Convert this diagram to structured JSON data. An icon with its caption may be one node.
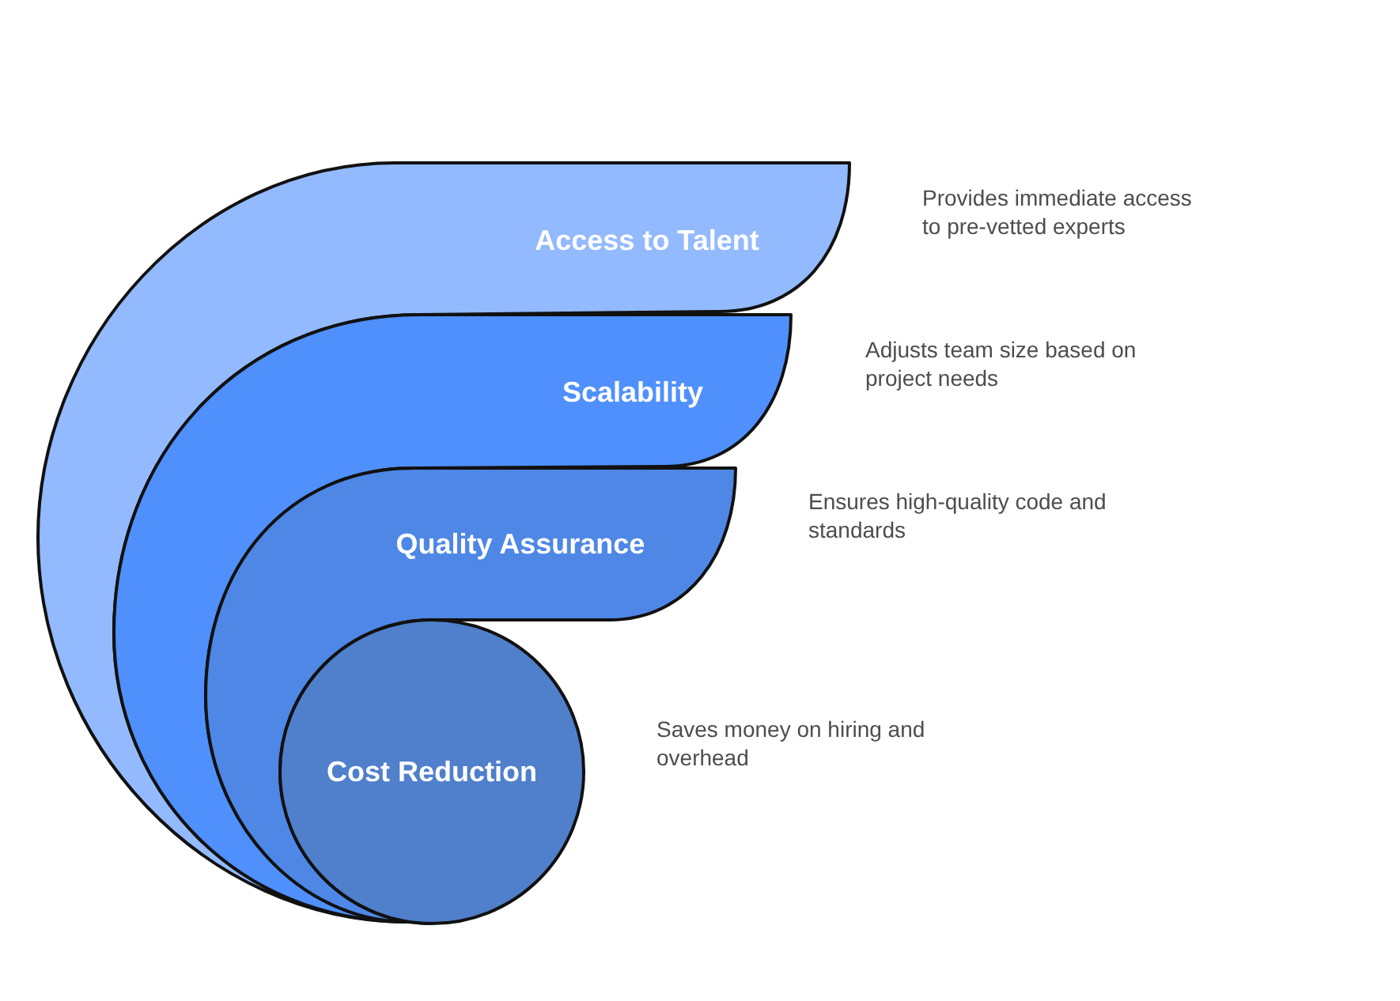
{
  "diagram": {
    "nodes": [
      {
        "text": [
          "Access to Talent"
        ]
      },
      {
        "text": [
          "Scalability"
        ]
      },
      {
        "text": [
          "Quality Assurance"
        ]
      },
      {
        "text": [
          "Cost Reduction"
        ]
      }
    ],
    "labels": [
      "Provides immediate access to pre-vetted experts",
      "Adjusts team size based on project needs",
      "Ensures high-quality code and standards",
      "Saves money on hiring and overhead"
    ]
  }
}
